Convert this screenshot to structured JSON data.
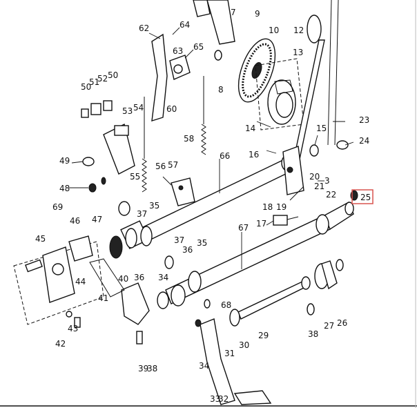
{
  "diagram": {
    "highlight_color": "#d9534f",
    "labels": [
      "62",
      "64",
      "7",
      "9",
      "10",
      "12",
      "63",
      "65",
      "13",
      "50",
      "51",
      "52",
      "50",
      "53",
      "54",
      "60",
      "8",
      "23",
      "14",
      "15",
      "24",
      "49",
      "55",
      "56",
      "57",
      "58",
      "66",
      "16",
      "20",
      "48",
      "3",
      "21",
      "22",
      "25",
      "69",
      "47",
      "37",
      "35",
      "18",
      "19",
      "17",
      "46",
      "45",
      "36",
      "34",
      "37",
      "36",
      "35",
      "67",
      "44",
      "40",
      "41",
      "43",
      "68",
      "38",
      "27",
      "26",
      "29",
      "42",
      "31",
      "30",
      "39",
      "38",
      "34",
      "33",
      "32"
    ],
    "selected_label": "25"
  }
}
